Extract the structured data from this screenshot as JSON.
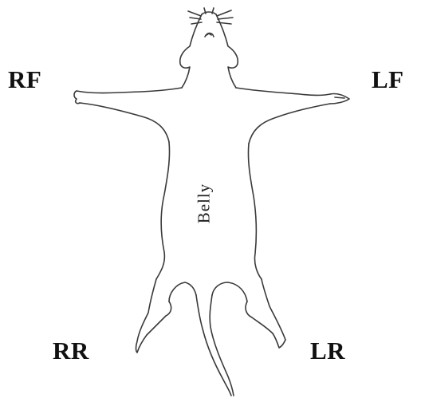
{
  "labels": {
    "right_front": "RF",
    "left_front": "LF",
    "right_rear": "RR",
    "left_rear": "LR",
    "belly": "Belly"
  },
  "colors": {
    "outline": "#3a3a3a",
    "label": "#111111",
    "background": "#ffffff"
  }
}
